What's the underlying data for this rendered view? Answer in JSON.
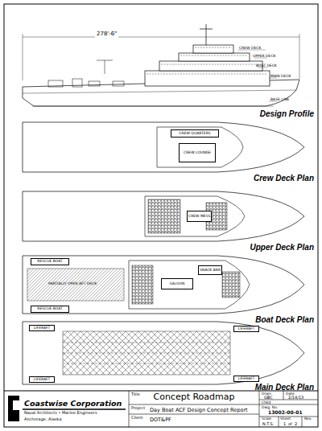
{
  "diagram": {
    "title": "Concept Roadmap",
    "nodes": [
      {
        "text": [
          "CREW QUARTERS"
        ]
      },
      {
        "text": [
          "CREW LOUNGE"
        ]
      },
      {
        "text": [
          "CREW MESS"
        ]
      },
      {
        "text": [
          "RESCUE BOAT"
        ]
      },
      {
        "text": [
          "RESCUE BOAT"
        ]
      },
      {
        "text": [
          "SALOON"
        ]
      },
      {
        "text": [
          "SNACK BAR"
        ]
      },
      {
        "text": [
          "LIFERAFT"
        ]
      },
      {
        "text": [
          "LIFERAFT"
        ]
      },
      {
        "text": [
          "LIFERAFT"
        ]
      },
      {
        "text": [
          "LIFERAFT"
        ]
      }
    ],
    "labels": [
      "278'-6\"",
      "CREW DECK",
      "UPPER DECK",
      "BOAT DECK",
      "MAIN DECK",
      "BASE LINE",
      "Design Profile",
      "Crew Deck Plan",
      "Upper Deck Plan",
      "Boat Deck Plan",
      "Main Deck Plan",
      "PARTIALLY OPEN AFT DECK",
      "Coastwise Corporation",
      "Naval Architects • Marine Engineers",
      "Anchorage, Alaska",
      "Title",
      "Project",
      "Day Boat ACF Design Concept Report",
      "Client",
      "DOT&PF",
      "Drwn",
      "GBC",
      "Date",
      "2/14/13",
      "Chkd",
      "Dwg. No.",
      "13002-00-01",
      "Scale",
      "N.T.S.",
      "Sheet",
      "1",
      "of",
      "2",
      "Rev."
    ]
  }
}
